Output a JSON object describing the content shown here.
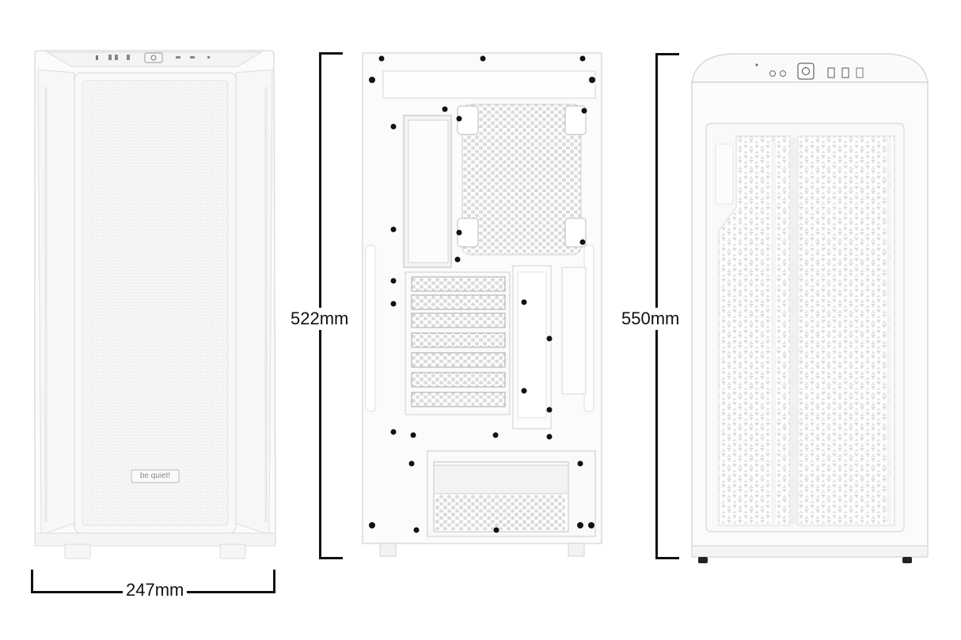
{
  "dimensions": {
    "width_label": "247mm",
    "height_back_label": "522mm",
    "height_side_label": "550mm"
  },
  "front_view": {
    "logo_text": "be quiet!"
  },
  "colors": {
    "case": "#fbfbfb",
    "mesh": "#f1f1f1",
    "line": "#d4d4d4",
    "dimension": "#111111"
  }
}
